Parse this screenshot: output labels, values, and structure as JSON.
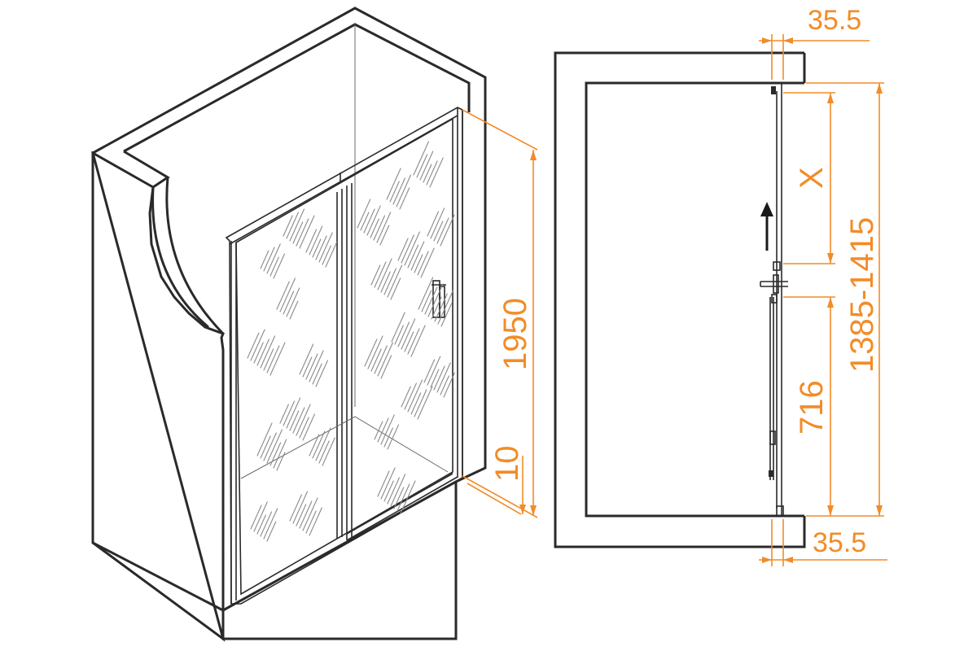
{
  "dimensions": {
    "height_total": "1950",
    "base_gap": "10",
    "wall_offset_top": "35.5",
    "wall_offset_bottom": "35.5",
    "adjust_range": "1385-1415",
    "variable": "X",
    "door_width": "716"
  },
  "colors": {
    "dimension": "#f28c28",
    "ink": "#2a2a2a"
  },
  "icons": {
    "direction": "arrow-up-icon",
    "handle": "door-handle-icon"
  }
}
